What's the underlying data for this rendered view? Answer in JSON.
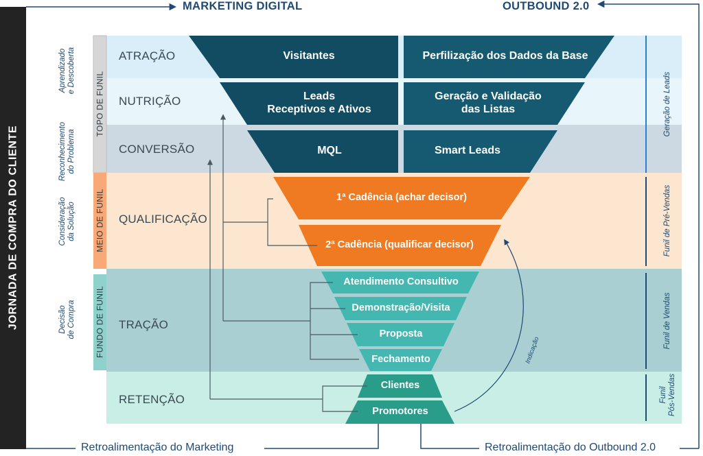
{
  "header": {
    "left": "MARKETING DIGITAL",
    "right": "OUTBOUND 2.0"
  },
  "footer": {
    "left": "Retroalimentação do Marketing",
    "right": "Retroalimentação do Outbound 2.0"
  },
  "journey_title": "JORNADA DE COMPRA DO CLIENTE",
  "journey_phases": [
    "Aprendizado\ne Descoberta",
    "Reconhecimento\ndo Problema",
    "Consideração\nda Solução",
    "Decisão\nde Compra"
  ],
  "funnel_bands": [
    "TOPO DE FUNIL",
    "MEIO DE FUNIL",
    "FUNDO DE FUNIL"
  ],
  "stages": [
    "ATRAÇÃO",
    "NUTRIÇÃO",
    "CONVERSÃO",
    "QUALIFICAÇÃO",
    "TRAÇÃO",
    "RETENÇÃO"
  ],
  "marketing_column": [
    "Visitantes",
    "Leads\nReceptivos e Ativos",
    "MQL"
  ],
  "outbound_column": [
    "Perfilização dos Dados da Base",
    "Geração e Validação\ndas Listas",
    "Smart Leads"
  ],
  "cadences": [
    "1ª Cadência (achar decisor)",
    "2ª Cadência (qualificar decisor)"
  ],
  "sales_steps": [
    "Atendimento Consultivo",
    "Demonstração/Visita",
    "Proposta",
    "Fechamento"
  ],
  "post_sales": [
    "Clientes",
    "Promotores"
  ],
  "referral_label": "Indicação",
  "right_labels": [
    "Geração de Leads",
    "Funil de Pré-Vendas",
    "Funil de Vendas",
    "Funil\nPós-Vendas"
  ],
  "colors": {
    "dark_teal": "#114c63",
    "orange": "#f07a22",
    "sales_teal": "#45b7b1",
    "post_teal": "#2a9c8a",
    "bar_black": "#232323"
  }
}
